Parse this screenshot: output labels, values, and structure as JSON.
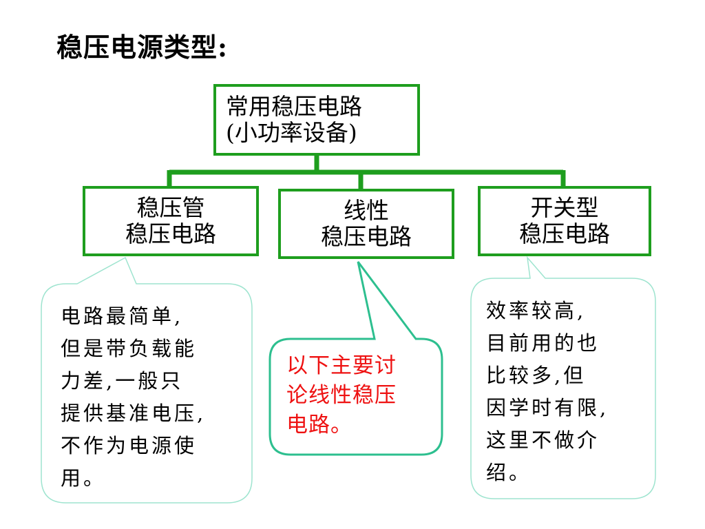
{
  "title": "稳压电源类型:",
  "colors": {
    "box_border": "#1e9e1e",
    "connector": "#1e9e1e",
    "callout_border_left": "#9ee4cf",
    "callout_border_mid": "#2dbf8f",
    "callout_border_right": "#9ee4cf",
    "highlight_text": "#ee1111"
  },
  "root": {
    "line1": "常用稳压电路",
    "line2": "(小功率设备)"
  },
  "children": [
    {
      "line1": "稳压管",
      "line2": "稳压电路"
    },
    {
      "line1": "线性",
      "line2": "稳压电路"
    },
    {
      "line1": "开关型",
      "line2": "稳压电路"
    }
  ],
  "callouts": [
    {
      "lines": [
        "电路最简单,",
        "但是带负载能",
        "力差,一般只",
        "提供基准电压,",
        "不作为电源使",
        "用。"
      ]
    },
    {
      "lines": [
        "以下主要讨",
        "论线性稳压",
        "电路。"
      ]
    },
    {
      "lines": [
        "效率较高,",
        "目前用的也",
        "比较多,但",
        "因学时有限,",
        "这里不做介",
        "绍。"
      ]
    }
  ]
}
